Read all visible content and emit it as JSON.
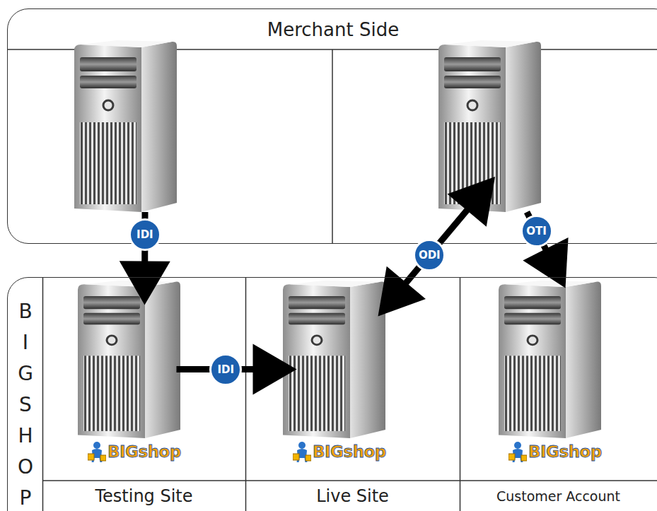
{
  "diagram": {
    "nodes": [
      {
        "text": [
          "Merchant Side"
        ]
      },
      {
        "text": [
          "B I G S H O P"
        ]
      },
      {
        "text": [
          "Testing Site"
        ],
        "in": 1
      },
      {
        "text": [
          "Live Site"
        ],
        "in": 1
      },
      {
        "text": [
          "Customer Account"
        ],
        "in": 1
      }
    ],
    "edges": [
      {
        "from": 0,
        "to": 2,
        "label": "IDI",
        "arrow": "to"
      },
      {
        "from": 2,
        "to": 3,
        "label": "IDI",
        "arrow": "to"
      },
      {
        "from": 3,
        "to": 0,
        "label": "ODI",
        "arrow": "both"
      },
      {
        "from": 0,
        "to": 4,
        "label": "OTI",
        "arrow": "to"
      }
    ],
    "labels": [
      "BIGshop",
      "BIGshop",
      "BIGshop"
    ]
  }
}
